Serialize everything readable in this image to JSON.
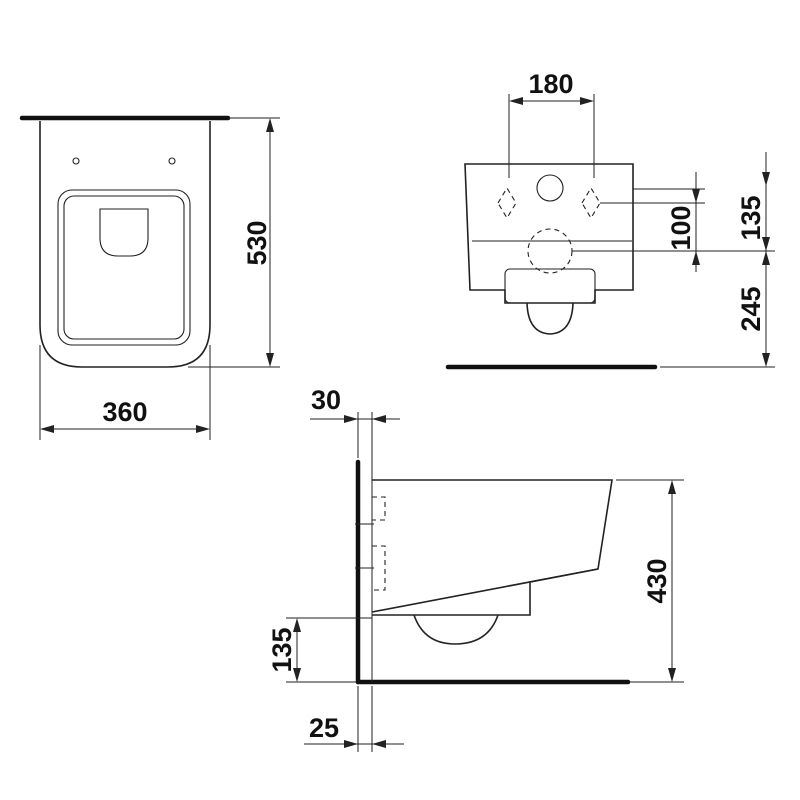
{
  "dimensions": {
    "top_length": "530",
    "top_width": "360",
    "front_spacing": "180",
    "front_hole_height": "100",
    "front_upper_height": "135",
    "front_lower_height": "245",
    "side_wall_offset": "30",
    "side_height": "430",
    "side_bottom_height": "135",
    "side_floor_offset": "25"
  },
  "colors": {
    "line": "#222222",
    "background": "#ffffff"
  }
}
